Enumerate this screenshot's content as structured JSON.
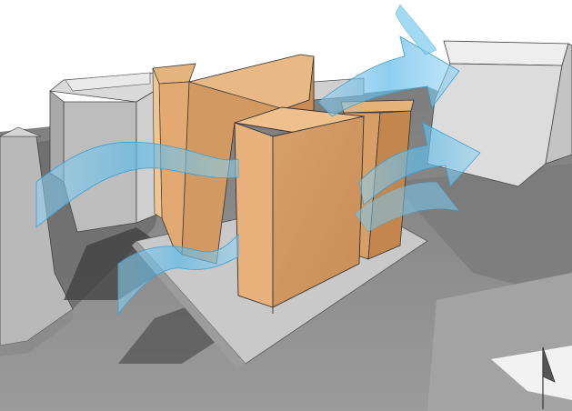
{
  "diagram": {
    "kind": "architectural-massing-sketch",
    "elements": [
      "site-ground",
      "surrounding-buildings",
      "proposed-tower-left",
      "proposed-tower-front",
      "proposed-tower-right",
      "podium-plaza",
      "wind-flow-arrows",
      "north-arrow"
    ],
    "colors": {
      "paper": "#ffffff",
      "ground": "#8f8f8f",
      "ground_dark": "#6e6e6e",
      "shadow": "#3f3f3f",
      "context_light": "#e2e2e2",
      "context_mid": "#c3c3c3",
      "context_dark": "#9d9d9d",
      "plaza": "#c9c9c9",
      "tower_light": "#e8b27a",
      "tower_mid": "#d39a62",
      "tower_dark": "#b8794a",
      "wind": "#6fc3ec",
      "wind_edge": "#3d9fd0",
      "outline": "#2b2b2b"
    },
    "wind_arrow_count": 5
  }
}
